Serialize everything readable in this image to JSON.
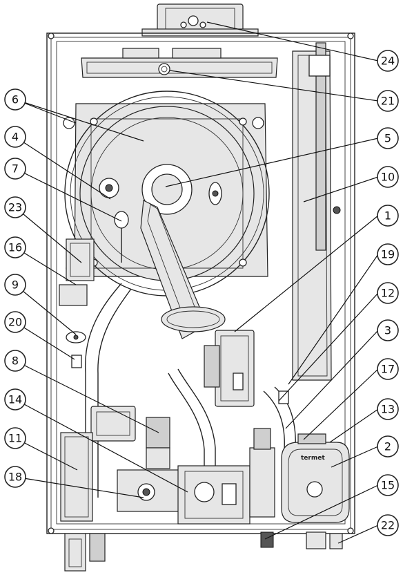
{
  "brand_label": "termet",
  "callouts_left": [
    {
      "number": "6",
      "target_part": "fan-housing"
    },
    {
      "number": "4",
      "target_part": "flue-sensor"
    },
    {
      "number": "7",
      "target_part": "ignition-electrode"
    },
    {
      "number": "23",
      "target_part": "side-bracket"
    },
    {
      "number": "16",
      "target_part": "control-bracket"
    },
    {
      "number": "9",
      "target_part": "safety-thermostat"
    },
    {
      "number": "20",
      "target_part": "temp-sensor-left"
    },
    {
      "number": "8",
      "target_part": "ignition-transformer"
    },
    {
      "number": "14",
      "target_part": "flow-pipe"
    },
    {
      "number": "11",
      "target_part": "expansion-vessel-left"
    },
    {
      "number": "18",
      "target_part": "valve-left"
    }
  ],
  "callouts_right": [
    {
      "number": "24",
      "target_part": "flue-adapter"
    },
    {
      "number": "21",
      "target_part": "sampling-port"
    },
    {
      "number": "5",
      "target_part": "fan-outlet"
    },
    {
      "number": "10",
      "target_part": "expansion-vessel"
    },
    {
      "number": "1",
      "target_part": "gas-valve-module"
    },
    {
      "number": "19",
      "target_part": "ntc-sensor"
    },
    {
      "number": "12",
      "target_part": "flow-switch"
    },
    {
      "number": "3",
      "target_part": "return-pipe"
    },
    {
      "number": "17",
      "target_part": "pump-connector"
    },
    {
      "number": "13",
      "target_part": "pump-head"
    },
    {
      "number": "2",
      "target_part": "pump-body"
    },
    {
      "number": "15",
      "target_part": "drain-valve"
    },
    {
      "number": "22",
      "target_part": "bottom-fitting"
    }
  ]
}
